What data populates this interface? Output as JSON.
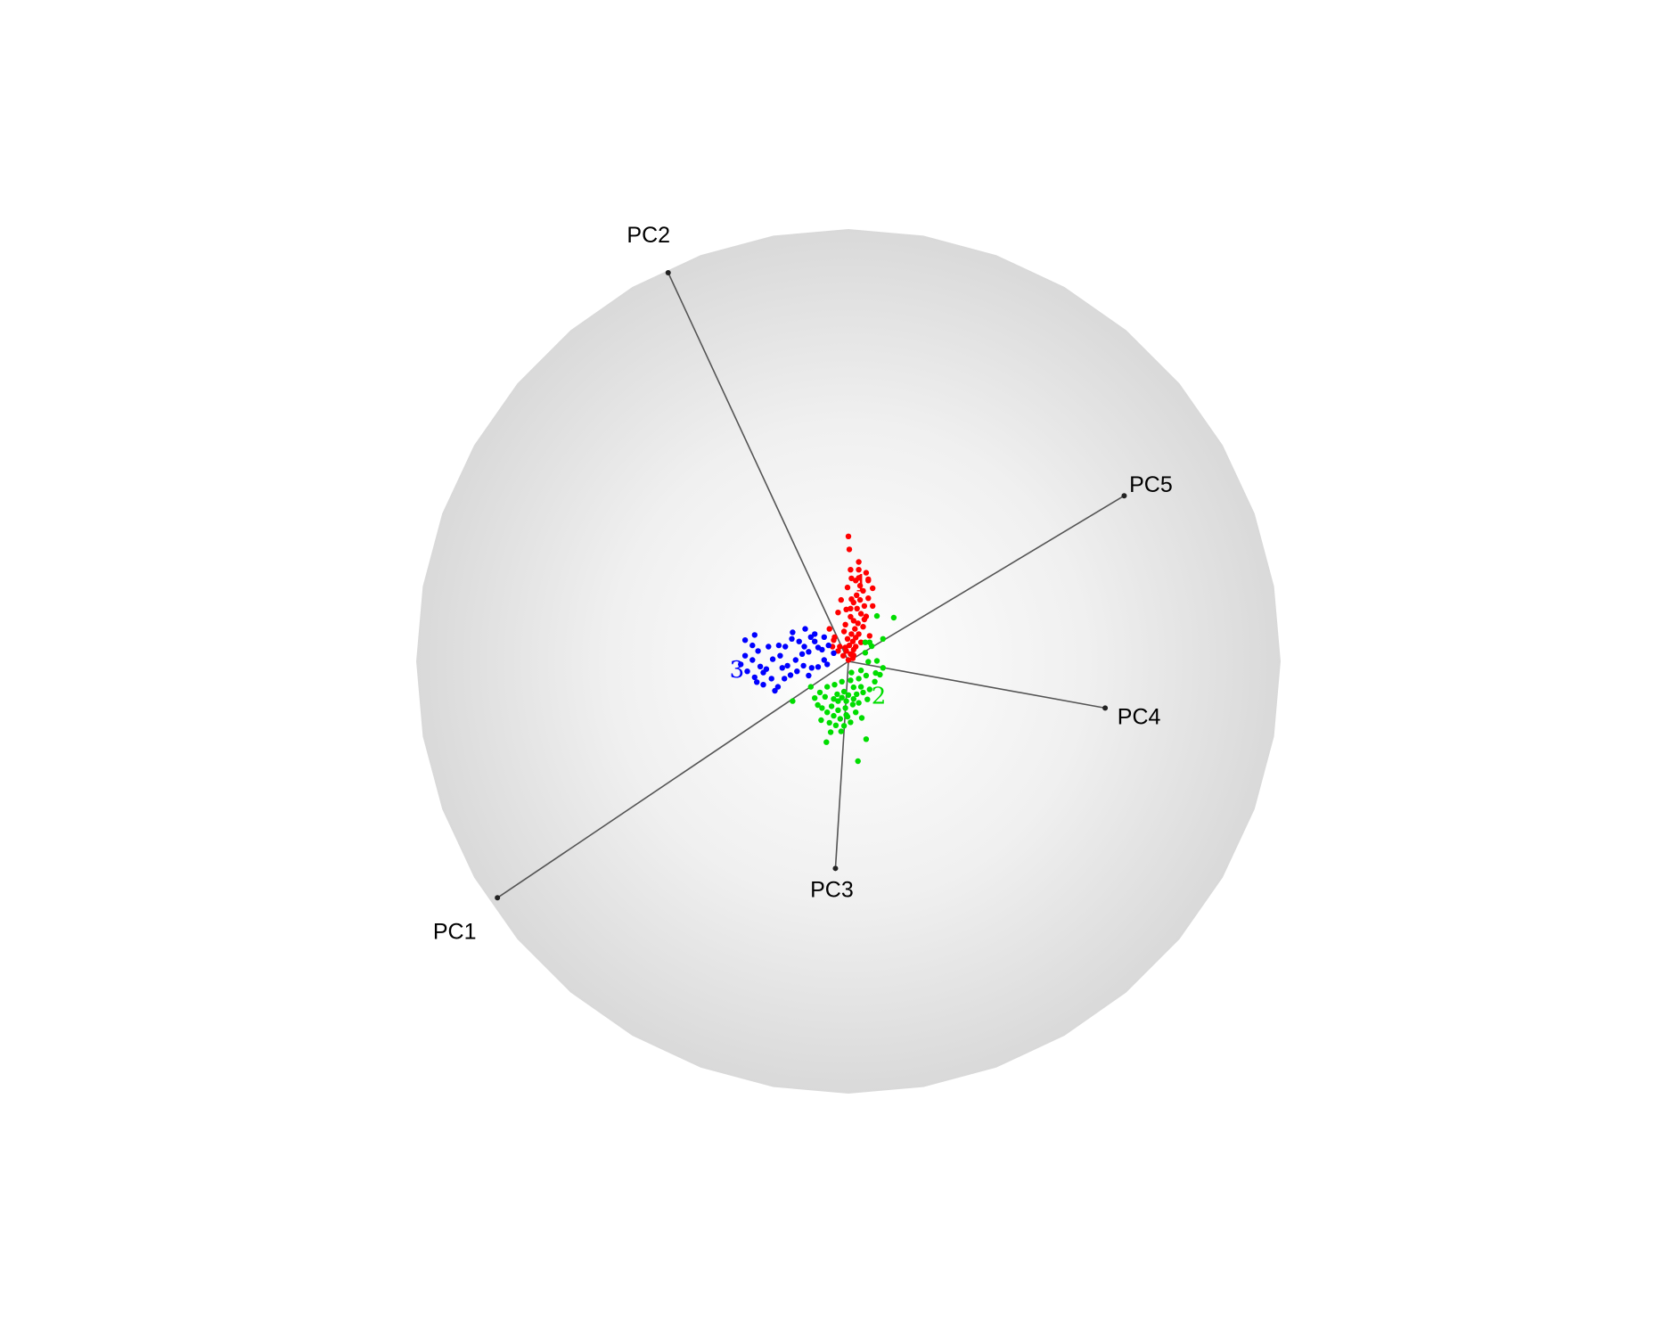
{
  "chart_data": {
    "type": "scatter",
    "title": "",
    "xlabel": "",
    "ylabel": "",
    "background": "#ffffff",
    "sphere_fill": "#e6e6e6",
    "axis_color": "#555555",
    "axes": [
      {
        "name": "PC1",
        "tip": [
          -0.812,
          -0.547
        ]
      },
      {
        "name": "PC2",
        "tip": [
          -0.417,
          0.899
        ]
      },
      {
        "name": "PC3",
        "tip": [
          -0.03,
          -0.479
        ]
      },
      {
        "name": "PC4",
        "tip": [
          0.594,
          -0.108
        ]
      },
      {
        "name": "PC5",
        "tip": [
          0.638,
          0.383
        ]
      }
    ],
    "point_labels": [
      {
        "text": "3",
        "x": -0.258,
        "y": -0.019,
        "color": "#0000ff"
      },
      {
        "text": "2",
        "x": 0.07,
        "y": -0.079,
        "color": "#00dd00"
      },
      {
        "text": "1",
        "x": 0.029,
        "y": 0.18,
        "color": "#ff0000"
      }
    ],
    "series": [
      {
        "color": "#ff0000",
        "points": [
          [
            0.0,
            0.289
          ],
          [
            0.002,
            0.259
          ],
          [
            0.005,
            0.212
          ],
          [
            0.024,
            0.212
          ],
          [
            0.041,
            0.205
          ],
          [
            0.024,
            0.193
          ],
          [
            0.046,
            0.187
          ],
          [
            0.007,
            0.192
          ],
          [
            0.017,
            0.187
          ],
          [
            0.027,
            0.175
          ],
          [
            -0.002,
            0.171
          ],
          [
            0.034,
            0.163
          ],
          [
            0.056,
            0.169
          ],
          [
            0.046,
            0.146
          ],
          [
            0.019,
            0.153
          ],
          [
            0.007,
            0.144
          ],
          [
            0.027,
            0.142
          ],
          [
            0.037,
            0.128
          ],
          [
            -0.017,
            0.142
          ],
          [
            0.012,
            0.136
          ],
          [
            0.02,
            0.122
          ],
          [
            -0.005,
            0.12
          ],
          [
            0.029,
            0.11
          ],
          [
            0.041,
            0.104
          ],
          [
            0.005,
            0.103
          ],
          [
            0.012,
            0.094
          ],
          [
            0.022,
            0.088
          ],
          [
            -0.007,
            0.085
          ],
          [
            0.034,
            0.08
          ],
          [
            0.015,
            0.075
          ],
          [
            -0.01,
            0.069
          ],
          [
            0.007,
            0.063
          ],
          [
            0.024,
            0.063
          ],
          [
            0.017,
            0.055
          ],
          [
            -0.002,
            0.052
          ],
          [
            0.01,
            0.046
          ],
          [
            0.029,
            0.044
          ],
          [
            0.002,
            0.037
          ],
          [
            0.017,
            0.034
          ],
          [
            -0.02,
            0.034
          ],
          [
            0.012,
            0.027
          ],
          [
            -0.005,
            0.024
          ],
          [
            0.005,
            0.017
          ],
          [
            -0.012,
            0.013
          ],
          [
            0.01,
            0.007
          ],
          [
            0.0,
            0.003
          ],
          [
            -0.034,
            0.049
          ],
          [
            -0.044,
            0.075
          ],
          [
            -0.037,
            0.034
          ],
          [
            -0.024,
            0.024
          ],
          [
            0.056,
            0.128
          ],
          [
            0.046,
            0.19
          ],
          [
            0.005,
            0.122
          ],
          [
            -0.024,
            0.113
          ],
          [
            0.037,
            0.097
          ],
          [
            0.012,
            0.014
          ],
          [
            -0.007,
            0.032
          ],
          [
            -0.032,
            0.056
          ],
          [
            0.049,
            0.059
          ],
          [
            0.024,
            0.23
          ]
        ]
      },
      {
        "color": "#0000ff",
        "points": [
          [
            -0.239,
            0.049
          ],
          [
            -0.222,
            0.037
          ],
          [
            -0.239,
            0.013
          ],
          [
            -0.249,
            -0.007
          ],
          [
            -0.234,
            -0.023
          ],
          [
            -0.217,
            -0.037
          ],
          [
            -0.212,
            -0.048
          ],
          [
            -0.197,
            -0.054
          ],
          [
            -0.178,
            -0.04
          ],
          [
            -0.163,
            -0.059
          ],
          [
            -0.148,
            -0.04
          ],
          [
            -0.153,
            -0.015
          ],
          [
            -0.158,
            0.013
          ],
          [
            -0.146,
            0.034
          ],
          [
            -0.131,
            0.052
          ],
          [
            -0.114,
            0.046
          ],
          [
            -0.102,
            0.034
          ],
          [
            -0.087,
            0.056
          ],
          [
            -0.078,
            0.046
          ],
          [
            -0.07,
            0.032
          ],
          [
            -0.061,
            0.027
          ],
          [
            -0.046,
            0.037
          ],
          [
            -0.034,
            0.019
          ],
          [
            -0.056,
            0.003
          ],
          [
            -0.07,
            -0.013
          ],
          [
            -0.085,
            -0.015
          ],
          [
            -0.104,
            -0.01
          ],
          [
            -0.119,
            -0.023
          ],
          [
            -0.134,
            -0.032
          ],
          [
            -0.122,
            0.003
          ],
          [
            -0.107,
            0.017
          ],
          [
            -0.092,
            0.022
          ],
          [
            -0.175,
            0.005
          ],
          [
            -0.19,
            -0.018
          ],
          [
            -0.204,
            -0.012
          ],
          [
            -0.222,
            0.003
          ],
          [
            -0.209,
            0.024
          ],
          [
            -0.185,
            0.034
          ],
          [
            -0.161,
            0.037
          ],
          [
            -0.129,
            0.067
          ],
          [
            -0.1,
            0.075
          ],
          [
            -0.078,
            0.063
          ],
          [
            -0.056,
            0.056
          ],
          [
            -0.049,
            -0.007
          ],
          [
            -0.092,
            -0.033
          ],
          [
            -0.141,
            -0.01
          ],
          [
            -0.217,
            0.061
          ],
          [
            -0.17,
            -0.068
          ],
          [
            -0.197,
            -0.026
          ]
        ]
      },
      {
        "color": "#00dd00",
        "points": [
          [
            0.066,
            0.105
          ],
          [
            0.105,
            0.101
          ],
          [
            0.049,
            0.044
          ],
          [
            0.039,
            0.02
          ],
          [
            0.046,
            -0.001
          ],
          [
            0.066,
            0.001
          ],
          [
            0.08,
            -0.015
          ],
          [
            0.063,
            -0.027
          ],
          [
            0.041,
            -0.033
          ],
          [
            0.024,
            -0.04
          ],
          [
            0.005,
            -0.044
          ],
          [
            -0.015,
            -0.047
          ],
          [
            -0.032,
            -0.054
          ],
          [
            -0.049,
            -0.059
          ],
          [
            -0.066,
            -0.072
          ],
          [
            -0.078,
            -0.085
          ],
          [
            -0.054,
            -0.082
          ],
          [
            -0.034,
            -0.087
          ],
          [
            -0.015,
            -0.084
          ],
          [
            0.0,
            -0.078
          ],
          [
            0.019,
            -0.076
          ],
          [
            0.034,
            -0.072
          ],
          [
            0.049,
            -0.065
          ],
          [
            0.029,
            -0.059
          ],
          [
            0.012,
            -0.06
          ],
          [
            -0.01,
            -0.07
          ],
          [
            -0.024,
            -0.092
          ],
          [
            -0.039,
            -0.104
          ],
          [
            -0.024,
            -0.113
          ],
          [
            -0.007,
            -0.108
          ],
          [
            0.01,
            -0.1
          ],
          [
            0.024,
            -0.096
          ],
          [
            0.017,
            -0.118
          ],
          [
            -0.002,
            -0.128
          ],
          [
            -0.019,
            -0.133
          ],
          [
            -0.034,
            -0.126
          ],
          [
            -0.049,
            -0.118
          ],
          [
            -0.061,
            -0.108
          ],
          [
            -0.044,
            -0.142
          ],
          [
            -0.029,
            -0.148
          ],
          [
            -0.01,
            -0.149
          ],
          [
            0.005,
            -0.141
          ],
          [
            -0.017,
            -0.162
          ],
          [
            -0.051,
            -0.187
          ],
          [
            0.041,
            -0.18
          ],
          [
            0.022,
            -0.231
          ],
          [
            -0.129,
            -0.092
          ],
          [
            0.007,
            -0.026
          ],
          [
            0.039,
            0.044
          ],
          [
            0.054,
            0.035
          ],
          [
            0.08,
            0.052
          ],
          [
            -0.071,
            -0.101
          ],
          [
            -0.005,
            -0.124
          ],
          [
            0.061,
            -0.047
          ],
          [
            -0.087,
            -0.059
          ],
          [
            0.073,
            -0.031
          ],
          [
            0.029,
            -0.021
          ],
          [
            -0.041,
            -0.164
          ],
          [
            0.012,
            -0.087
          ],
          [
            -0.026,
            -0.076
          ],
          [
            0.044,
            -0.088
          ],
          [
            0.031,
            -0.131
          ],
          [
            -0.063,
            -0.136
          ],
          [
            -0.005,
            -0.092
          ]
        ]
      }
    ]
  }
}
